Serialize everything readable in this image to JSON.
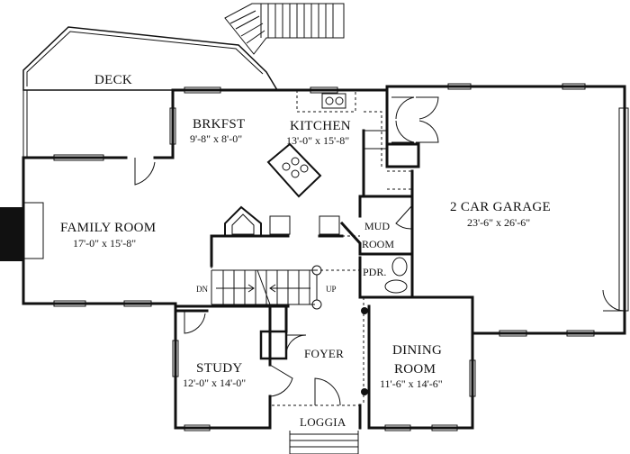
{
  "rooms": {
    "deck": {
      "name": "DECK"
    },
    "brkfst": {
      "name": "BRKFST",
      "dims": "9'-8\" x 8'-0\""
    },
    "kitchen": {
      "name": "KITCHEN",
      "dims": "13'-0\" x 15'-8\""
    },
    "family_room": {
      "name": "FAMILY ROOM",
      "dims": "17'-0\" x 15'-8\""
    },
    "garage": {
      "name": "2 CAR GARAGE",
      "dims": "23'-6\" x 26'-6\""
    },
    "mud_room": {
      "name_line1": "MUD",
      "name_line2": "ROOM"
    },
    "pdr": {
      "name": "PDR."
    },
    "study": {
      "name": "STUDY",
      "dims": "12'-0\" x 14'-0\""
    },
    "foyer": {
      "name": "FOYER"
    },
    "dining": {
      "name_line1": "DINING",
      "name_line2": "ROOM",
      "dims": "11'-6\" x 14'-6\""
    },
    "loggia": {
      "name": "LOGGIA"
    }
  },
  "stairs": {
    "down_label": "DN",
    "up_label": "UP"
  }
}
